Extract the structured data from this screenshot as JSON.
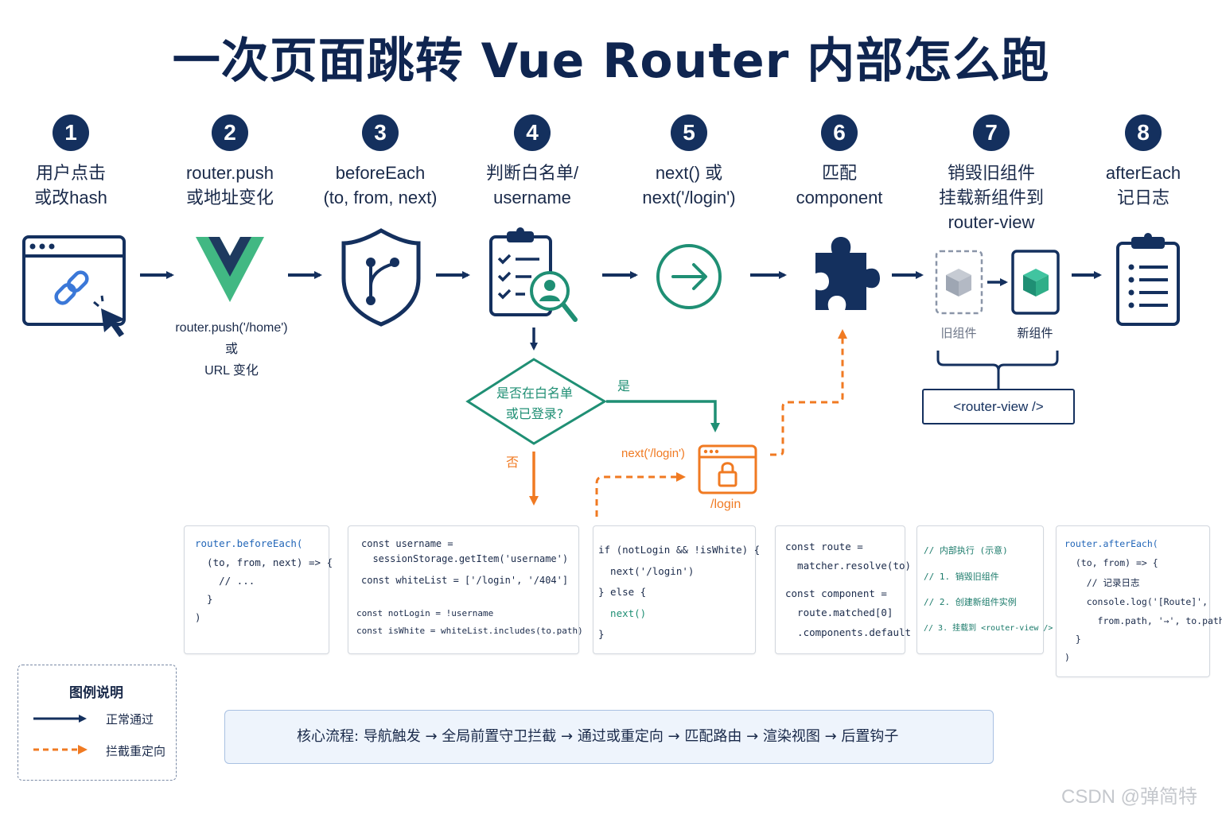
{
  "title": "一次页面跳转 Vue Router 内部怎么跑",
  "steps": [
    {
      "num": "1",
      "line1": "用户点击",
      "line2": "或改hash",
      "line3": ""
    },
    {
      "num": "2",
      "line1": "router.push",
      "line2": "或地址变化",
      "line3": ""
    },
    {
      "num": "3",
      "line1": "beforeEach",
      "line2": "(to, from, next)",
      "line3": ""
    },
    {
      "num": "4",
      "line1": "判断白名单/",
      "line2": "username",
      "line3": ""
    },
    {
      "num": "5",
      "line1": "next() 或",
      "line2": "next('/login')",
      "line3": ""
    },
    {
      "num": "6",
      "line1": "匹配",
      "line2": "component",
      "line3": ""
    },
    {
      "num": "7",
      "line1": "销毁旧组件",
      "line2": "挂载新组件到",
      "line3": "router-view"
    },
    {
      "num": "8",
      "line1": "afterEach",
      "line2": "记日志",
      "line3": ""
    }
  ],
  "step2_caption": {
    "l1": "router.push('/home')",
    "l2": "或",
    "l3": "URL 变化"
  },
  "decision": {
    "l1": "是否在白名单",
    "l2": "或已登录?",
    "yes": "是",
    "no": "否"
  },
  "login": {
    "next_label": "next('/login')",
    "path": "/login"
  },
  "components": {
    "old": "旧组件",
    "new": "新组件",
    "router_view": "<router-view />"
  },
  "code": {
    "c1": [
      "router.beforeEach(",
      "  (to, from, next) => {",
      "    // ...",
      "  }",
      ")"
    ],
    "c2": [
      "const username =",
      "  sessionStorage.getItem('username')",
      "const whiteList = ['/login', '/404']",
      "const notLogin = !username",
      "const isWhite = whiteList.includes(to.path)"
    ],
    "c3": [
      "if (notLogin && !isWhite) {",
      "  next('/login')",
      "} else {",
      "  next()",
      "}"
    ],
    "c4": [
      "const route =",
      "  matcher.resolve(to)",
      "const component =",
      "  route.matched[0]",
      "  .components.default"
    ],
    "c5": [
      "// 内部执行 (示意)",
      "// 1. 销毁旧组件",
      "// 2. 创建新组件实例",
      "// 3. 挂载到 <router-view />"
    ],
    "c6": [
      "router.afterEach(",
      "  (to, from) => {",
      "    // 记录日志",
      "    console.log('[Route]',",
      "      from.path, '→', to.path)",
      "  }",
      ")"
    ]
  },
  "legend": {
    "title": "图例说明",
    "normal": "正常通过",
    "redirect": "拦截重定向"
  },
  "core_flow": "核心流程: 导航触发 → 全局前置守卫拦截 → 通过或重定向 → 匹配路由 → 渲染视图 → 后置钩子",
  "watermark": "CSDN @弹简特",
  "colors": {
    "navy": "#14305e",
    "green": "#1f8f74",
    "orange": "#f07a22",
    "vue_green": "#41b883",
    "vue_dark": "#35495e"
  }
}
